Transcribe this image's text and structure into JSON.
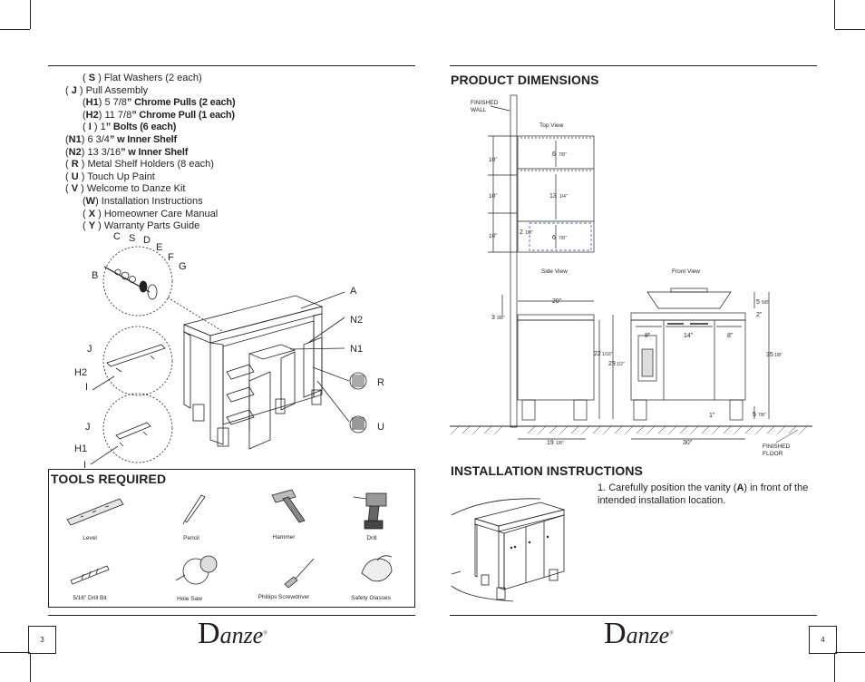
{
  "left_page": {
    "page_number": "3",
    "parts_list": [
      {
        "indent": true,
        "key": "S",
        "pre": "( ",
        "post": " ) Flat Washers (2 each)",
        "bold": ""
      },
      {
        "indent": false,
        "key": "J",
        "pre": "( ",
        "post": " ) Pull Assembly",
        "bold": ""
      },
      {
        "indent": true,
        "key": "H1",
        "pre": "(",
        "post": ") 5 7/8",
        "bold": "” Chrome Pulls (2 each)"
      },
      {
        "indent": true,
        "key": "H2",
        "pre": "(",
        "post": ") 11 7/8",
        "bold": "” Chrome Pull (1 each)"
      },
      {
        "indent": true,
        "key": "I",
        "pre": "( ",
        "post": " )  1",
        "bold": "” Bolts (6 each)"
      },
      {
        "indent": false,
        "key": "N1",
        "pre": "(",
        "post": ") 6 3/4",
        "bold": "” w Inner Shelf"
      },
      {
        "indent": false,
        "key": "N2",
        "pre": "(",
        "post": ") 13 3/16",
        "bold": "” w Inner Shelf"
      },
      {
        "indent": false,
        "key": "R",
        "pre": "( ",
        "post": " ) Metal Shelf Holders (8 each)",
        "bold": ""
      },
      {
        "indent": false,
        "key": "U",
        "pre": "( ",
        "post": " ) Touch Up Paint",
        "bold": ""
      },
      {
        "indent": false,
        "key": "V",
        "pre": "( ",
        "post": " ) Welcome to Danze Kit",
        "bold": ""
      },
      {
        "indent": true,
        "key": "W",
        "pre": "(",
        "post": ") Installation Instructions",
        "bold": ""
      },
      {
        "indent": true,
        "key": "X",
        "pre": "( ",
        "post": " ) Homeowner Care Manual",
        "bold": ""
      },
      {
        "indent": true,
        "key": "Y",
        "pre": "( ",
        "post": " ) Warranty Parts Guide",
        "bold": ""
      }
    ],
    "diagram_labels": {
      "C": "C",
      "S": "S",
      "D": "D",
      "E": "E",
      "F": "F",
      "G": "G",
      "B": "B",
      "A": "A",
      "N2": "N2",
      "N1": "N1",
      "R": "R",
      "U": "U",
      "J1": "J",
      "H2": "H2",
      "I1": "I",
      "J2": "J",
      "H1": "H1",
      "I2": "I"
    },
    "tools_title": "TOOLS REQUIRED",
    "tools": [
      {
        "name": "level-icon",
        "label": "Level"
      },
      {
        "name": "pencil-icon",
        "label": "Pencil"
      },
      {
        "name": "hammer-icon",
        "label": "Hammer"
      },
      {
        "name": "drill-icon",
        "label": "Drill"
      },
      {
        "name": "drill-bit-icon",
        "label": "5/16” Drill Bit"
      },
      {
        "name": "hole-saw-icon",
        "label": "Hole Saw"
      },
      {
        "name": "screwdriver-icon",
        "label": "Phillips Screwdriver"
      },
      {
        "name": "safety-glasses-icon",
        "label": "Safety Glasses"
      }
    ],
    "logo": {
      "first": "D",
      "rest": "anze",
      "mark": "®"
    }
  },
  "right_page": {
    "page_number": "4",
    "dimensions_title": "PRODUCT DIMENSIONS",
    "finished_wall": [
      "FINISHED",
      "WALL"
    ],
    "finished_floor": [
      "FINISHED",
      "FLOOR"
    ],
    "top_view": "Top View",
    "side_view": "Side View",
    "front_view": "Front View",
    "dims": {
      "top_10a": "10”",
      "top_10b": "10”",
      "top_10c": "10”",
      "top_6a": "6",
      "top_6a_frac": "7/8”",
      "top_13": "13",
      "top_13_frac": "1/4”",
      "top_6b": "6",
      "top_6b_frac": "7/8”",
      "top_2": "2",
      "top_2_frac": "1/8”",
      "side_20": "20”",
      "side_3": "3",
      "side_3_frac": "3/8”",
      "side_22": "22",
      "side_22_frac": "1/16”",
      "side_29": "29",
      "side_29_frac": "1/2”",
      "side_19": "19",
      "side_19_frac": "1/8”",
      "front_5a": "5",
      "front_5a_frac": "5/8”",
      "front_2": "2”",
      "front_8a": "8”",
      "front_14": "14”",
      "front_8b": "8”",
      "front_35": "35",
      "front_35_frac": "1/8”",
      "front_1": "1”",
      "front_5b": "5",
      "front_5b_frac": "7/8”",
      "front_30": "30”"
    },
    "install_title": "INSTALLATION INSTRUCTIONS",
    "step1_pre": "1. Carefully position the vanity (",
    "step1_key": "A",
    "step1_post": ") in front of the intended installation location.",
    "logo": {
      "first": "D",
      "rest": "anze",
      "mark": "®"
    }
  }
}
